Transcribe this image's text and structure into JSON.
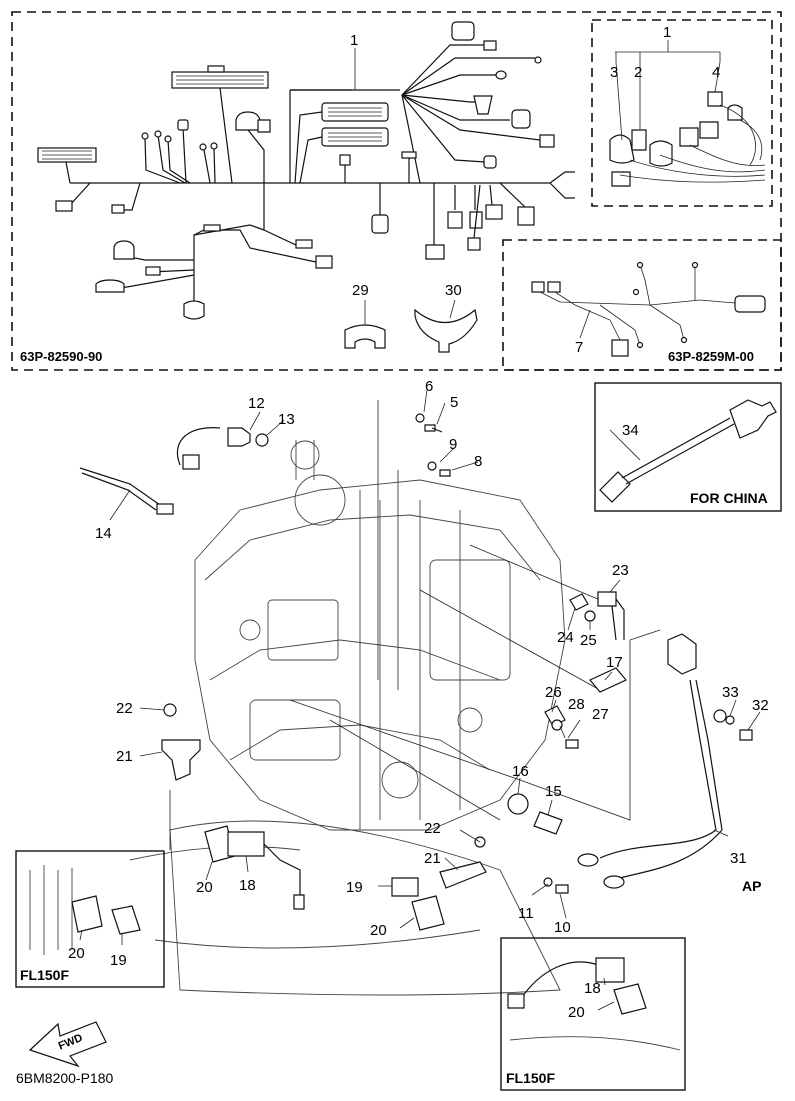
{
  "diagram": {
    "title_code": "6BM8200-P180",
    "harness_codes": {
      "main": "63P-82590-90",
      "sub": "63P-8259M-00"
    },
    "variant_labels": {
      "for_china": "FOR CHINA",
      "ap": "AP",
      "fl150f_left": "FL150F",
      "fl150f_right": "FL150F"
    },
    "fwd_arrow": "FWD",
    "callouts": [
      {
        "id": "c1-main",
        "label": "1"
      },
      {
        "id": "c1-box",
        "label": "1"
      },
      {
        "id": "c2",
        "label": "2"
      },
      {
        "id": "c3",
        "label": "3"
      },
      {
        "id": "c4",
        "label": "4"
      },
      {
        "id": "c5",
        "label": "5"
      },
      {
        "id": "c6",
        "label": "6"
      },
      {
        "id": "c7",
        "label": "7"
      },
      {
        "id": "c8",
        "label": "8"
      },
      {
        "id": "c9",
        "label": "9"
      },
      {
        "id": "c10",
        "label": "10"
      },
      {
        "id": "c11",
        "label": "11"
      },
      {
        "id": "c12",
        "label": "12"
      },
      {
        "id": "c13",
        "label": "13"
      },
      {
        "id": "c14",
        "label": "14"
      },
      {
        "id": "c15",
        "label": "15"
      },
      {
        "id": "c16",
        "label": "16"
      },
      {
        "id": "c17",
        "label": "17"
      },
      {
        "id": "c18a",
        "label": "18"
      },
      {
        "id": "c18b",
        "label": "18"
      },
      {
        "id": "c19a",
        "label": "19"
      },
      {
        "id": "c19b",
        "label": "19"
      },
      {
        "id": "c20a",
        "label": "20"
      },
      {
        "id": "c20b",
        "label": "20"
      },
      {
        "id": "c20c",
        "label": "20"
      },
      {
        "id": "c20d",
        "label": "20"
      },
      {
        "id": "c21a",
        "label": "21"
      },
      {
        "id": "c21b",
        "label": "21"
      },
      {
        "id": "c22a",
        "label": "22"
      },
      {
        "id": "c22b",
        "label": "22"
      },
      {
        "id": "c23",
        "label": "23"
      },
      {
        "id": "c24",
        "label": "24"
      },
      {
        "id": "c25",
        "label": "25"
      },
      {
        "id": "c26",
        "label": "26"
      },
      {
        "id": "c27",
        "label": "27"
      },
      {
        "id": "c28",
        "label": "28"
      },
      {
        "id": "c29",
        "label": "29"
      },
      {
        "id": "c30",
        "label": "30"
      },
      {
        "id": "c31",
        "label": "31"
      },
      {
        "id": "c32",
        "label": "32"
      },
      {
        "id": "c33",
        "label": "33"
      },
      {
        "id": "c34",
        "label": "34"
      }
    ]
  }
}
